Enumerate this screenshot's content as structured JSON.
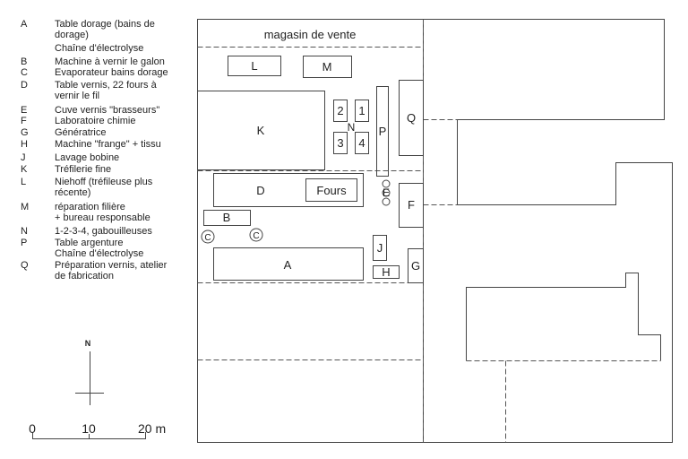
{
  "legend": [
    {
      "key": "A",
      "lines": [
        "Table dorage (bains de",
        "dorage)",
        "Chaîne d'électrolyse"
      ]
    },
    {
      "key": "B",
      "lines": [
        "Machine à vernir le galon"
      ]
    },
    {
      "key": "C",
      "lines": [
        "Evaporateur bains dorage"
      ]
    },
    {
      "key": "D",
      "lines": [
        "Table vernis, 22 fours à",
        "vernir le fil"
      ]
    },
    {
      "key": "E",
      "lines": [
        "Cuve vernis \"brasseurs\""
      ]
    },
    {
      "key": "F",
      "lines": [
        "Laboratoire chimie"
      ]
    },
    {
      "key": "G",
      "lines": [
        "Génératrice"
      ]
    },
    {
      "key": "H",
      "lines": [
        "Machine \"frange\" + tissu"
      ]
    },
    {
      "key": "J",
      "lines": [
        "Lavage bobine"
      ]
    },
    {
      "key": "K",
      "lines": [
        "Tréfilerie fine"
      ]
    },
    {
      "key": "L",
      "lines": [
        "Niehoff (tréfileuse plus",
        "récente)"
      ]
    },
    {
      "key": "M",
      "lines": [
        "réparation filière",
        "+ bureau responsable"
      ]
    },
    {
      "key": "N",
      "lines": [
        "1-2-3-4, gabouilleuses"
      ]
    },
    {
      "key": "P",
      "lines": [
        "Table argenture",
        "Chaîne d'électrolyse"
      ]
    },
    {
      "key": "Q",
      "lines": [
        "Préparation vernis, atelier",
        "de fabrication"
      ]
    }
  ],
  "plan": {
    "shop_label": "magasin de vente",
    "labels": {
      "L": "L",
      "M": "M",
      "K": "K",
      "n1": "1",
      "n2": "2",
      "n3": "3",
      "n4": "4",
      "N": "N",
      "P": "P",
      "Q": "Q",
      "D": "D",
      "fours": "Fours",
      "E": "E",
      "F": "F",
      "B": "B",
      "C1": "C",
      "C2": "C",
      "J": "J",
      "H": "H",
      "G": "G",
      "A": "A"
    }
  },
  "north": {
    "label": "N"
  },
  "scale": {
    "ticks": [
      "0",
      "10",
      "20 m"
    ]
  }
}
